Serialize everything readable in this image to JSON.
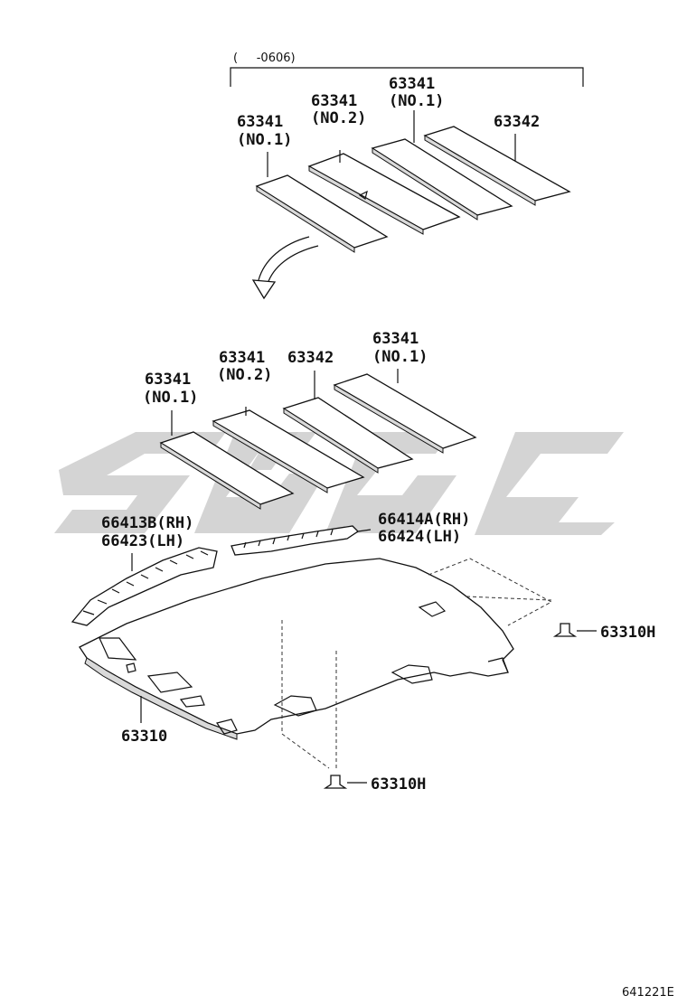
{
  "date_range": "(     -0606)",
  "top_group": {
    "pad_a_no": "63341",
    "pad_a_sub": "(NO.1)",
    "pad_b_no": "63341",
    "pad_b_sub": "(NO.2)",
    "pad_c_no": "63341",
    "pad_c_sub": "(NO.1)",
    "pad_d_no": "63342"
  },
  "lower_group": {
    "pad_a_no": "63341",
    "pad_a_sub": "(NO.1)",
    "pad_b_no": "63341",
    "pad_b_sub": "(NO.2)",
    "pad_c_no": "63342",
    "pad_d_no": "63341",
    "pad_d_sub": "(NO.1)"
  },
  "parts": {
    "lh_rail_rh": "66413B(RH)",
    "lh_rail_lh": "66423(LH)",
    "rh_rail_rh": "66414A(RH)",
    "rh_rail_lh": "66424(LH)",
    "headlining": "63310",
    "clip_right": "63310H",
    "clip_bottom": "63310H"
  },
  "catalog_code": "641221E",
  "colors": {
    "line": "#111111",
    "watermark": "#c8c8c8"
  }
}
